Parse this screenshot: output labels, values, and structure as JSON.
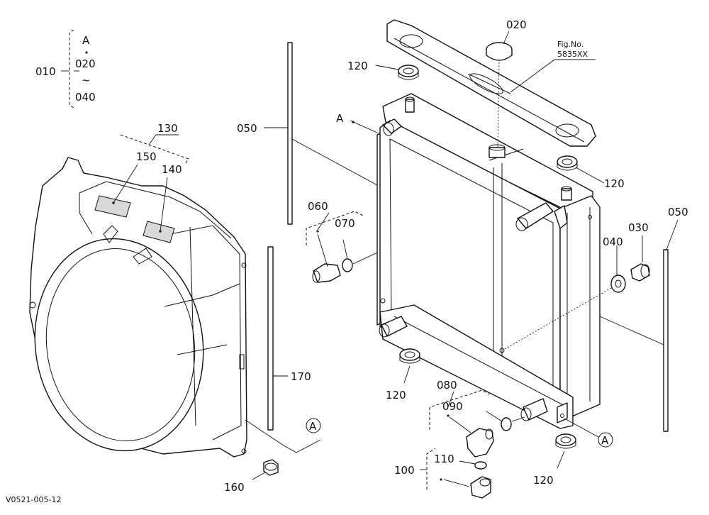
{
  "callouts": {
    "c010": "010",
    "c010_a": "A",
    "c010_020": "020",
    "c010_tilde": "~",
    "c010_040": "040",
    "c020": "020",
    "c030": "030",
    "c040": "040",
    "c050_left": "050",
    "c050_right": "050",
    "c060": "060",
    "c070": "070",
    "c080": "080",
    "c090": "090",
    "c100": "100",
    "c110": "110",
    "c120_a": "120",
    "c120_b": "120",
    "c120_c": "120",
    "c120_d": "120",
    "c130": "130",
    "c140": "140",
    "c150": "150",
    "c160": "160",
    "c170": "170",
    "ref_a_top": "A",
    "ref_a_circle_1": "A",
    "ref_a_circle_2": "A"
  },
  "figure_ref": {
    "line1": "Fig.No.",
    "line2": "5835XX"
  },
  "footer_code": "V0521-005-12"
}
